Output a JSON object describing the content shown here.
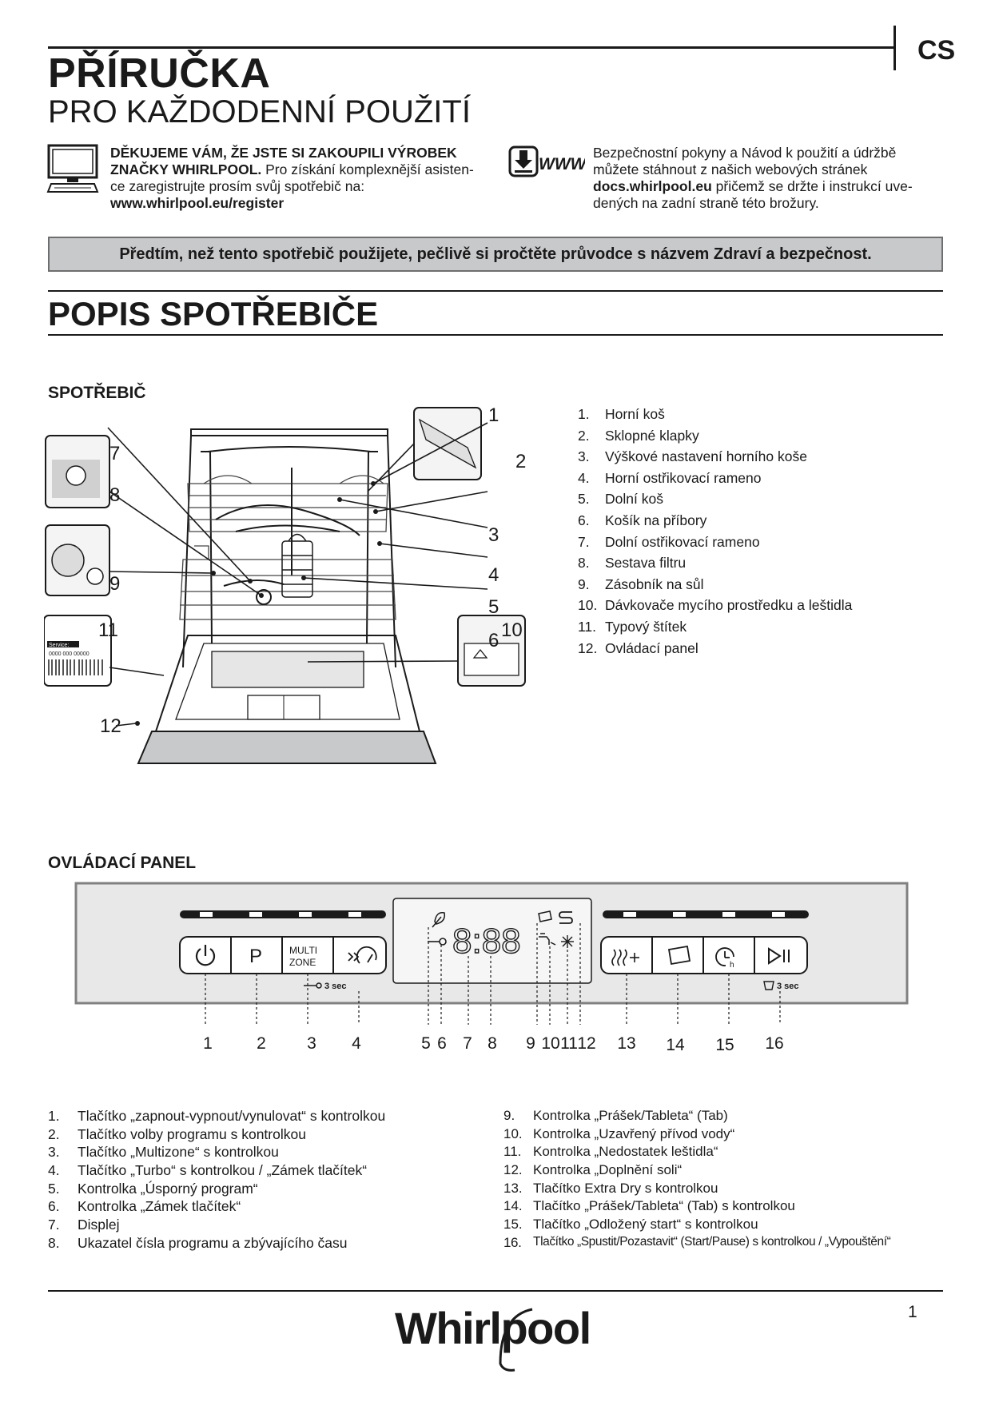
{
  "header": {
    "title": "PŘÍRUČKA",
    "subtitle": "PRO KAŽDODENNÍ POUŽITÍ",
    "language": "CS"
  },
  "intro_left": {
    "bold_line1": "DĚKUJEME VÁM, ŽE JSTE SI ZAKOUPILI VÝROBEK",
    "bold_line2": "ZNAČKY WHIRLPOOL.",
    "line2_rest": " Pro získání komplexnější asisten-",
    "line3": "ce zaregistrujte prosím svůj spotřebič na:",
    "url": "www.whirlpool.eu/register"
  },
  "intro_right": {
    "icon_label": "WWW",
    "line1": "Bezpečnostní pokyny a Návod k použití a údržbě",
    "line2": "můžete stáhnout z našich webových stránek",
    "url": "docs.whirlpool.eu",
    "line3_rest": " přičemž se držte i instrukcí uve-",
    "line4": "dených na zadní straně této brožury."
  },
  "banner": "Předtím, než tento spotřebič použijete, pečlivě si pročtěte průvodce s názvem Zdraví a bezpečnost.",
  "section_title": "POPIS SPOTŘEBIČE",
  "appliance": {
    "heading": "SPOTŘEBIČ",
    "callouts": [
      "1",
      "2",
      "3",
      "4",
      "5",
      "6",
      "7",
      "8",
      "9",
      "10",
      "11",
      "12"
    ],
    "label_service": "Service:",
    "label_code": "0000 000 00000",
    "parts": [
      {
        "num": "1.",
        "text": "Horní koš"
      },
      {
        "num": "2.",
        "text": "Sklopné klapky"
      },
      {
        "num": "3.",
        "text": "Výškové nastavení horního koše"
      },
      {
        "num": "4.",
        "text": "Horní ostřikovací rameno"
      },
      {
        "num": "5.",
        "text": "Dolní koš"
      },
      {
        "num": "6.",
        "text": "Košík na příbory"
      },
      {
        "num": "7.",
        "text": "Dolní ostřikovací rameno"
      },
      {
        "num": "8.",
        "text": "Sestava filtru"
      },
      {
        "num": "9.",
        "text": "Zásobník na sůl"
      },
      {
        "num": "10.",
        "text": "Dávkovače mycího prostředku a leštidla"
      },
      {
        "num": "11.",
        "text": "Typový štítek"
      },
      {
        "num": "12.",
        "text": "Ovládací panel"
      }
    ]
  },
  "panel": {
    "heading": "OVLÁDACÍ PANEL",
    "btn_program": "P",
    "btn_multizone_1": "MULTI",
    "btn_multizone_2": "ZONE",
    "display_digits": "8:88",
    "lock_hint": "3 sec",
    "drain_hint": "3 sec",
    "callouts": [
      "1",
      "2",
      "3",
      "4",
      "5",
      "6",
      "7",
      "8",
      "9",
      "10",
      "11",
      "12",
      "13",
      "14",
      "15",
      "16"
    ],
    "items_left": [
      {
        "num": "1.",
        "text": "Tlačítko „zapnout-vypnout/vynulovat“ s kontrolkou"
      },
      {
        "num": "2.",
        "text": "Tlačítko volby programu s kontrolkou"
      },
      {
        "num": "3.",
        "text": "Tlačítko „Multizone“ s kontrolkou"
      },
      {
        "num": "4.",
        "text": "Tlačítko „Turbo“ s kontrolkou / „Zámek tlačítek“"
      },
      {
        "num": "5.",
        "text": "Kontrolka „Úsporný program“"
      },
      {
        "num": "6.",
        "text": "Kontrolka „Zámek tlačítek“"
      },
      {
        "num": "7.",
        "text": "Displej"
      },
      {
        "num": "8.",
        "text": "Ukazatel čísla programu a zbývajícího času"
      }
    ],
    "items_right": [
      {
        "num": "9.",
        "text": "Kontrolka „Prášek/Tableta“ (Tab)"
      },
      {
        "num": "10.",
        "text": "Kontrolka „Uzavřený přívod vody“"
      },
      {
        "num": "11.",
        "text": "Kontrolka „Nedostatek leštidla“"
      },
      {
        "num": "12.",
        "text": "Kontrolka „Doplnění soli“"
      },
      {
        "num": "13.",
        "text": "Tlačítko Extra Dry s kontrolkou"
      },
      {
        "num": "14.",
        "text": "Tlačítko „Prášek/Tableta“ (Tab) s kontrolkou"
      },
      {
        "num": "15.",
        "text": "Tlačítko „Odložený start“ s kontrolkou"
      },
      {
        "num": "16.",
        "text": "Tlačítko „Spustit/Pozastavit“ (Start/Pause) s kontrolkou / „Vypouštění“"
      }
    ]
  },
  "footer": {
    "brand": "Whirlpool",
    "page_number": "1"
  }
}
